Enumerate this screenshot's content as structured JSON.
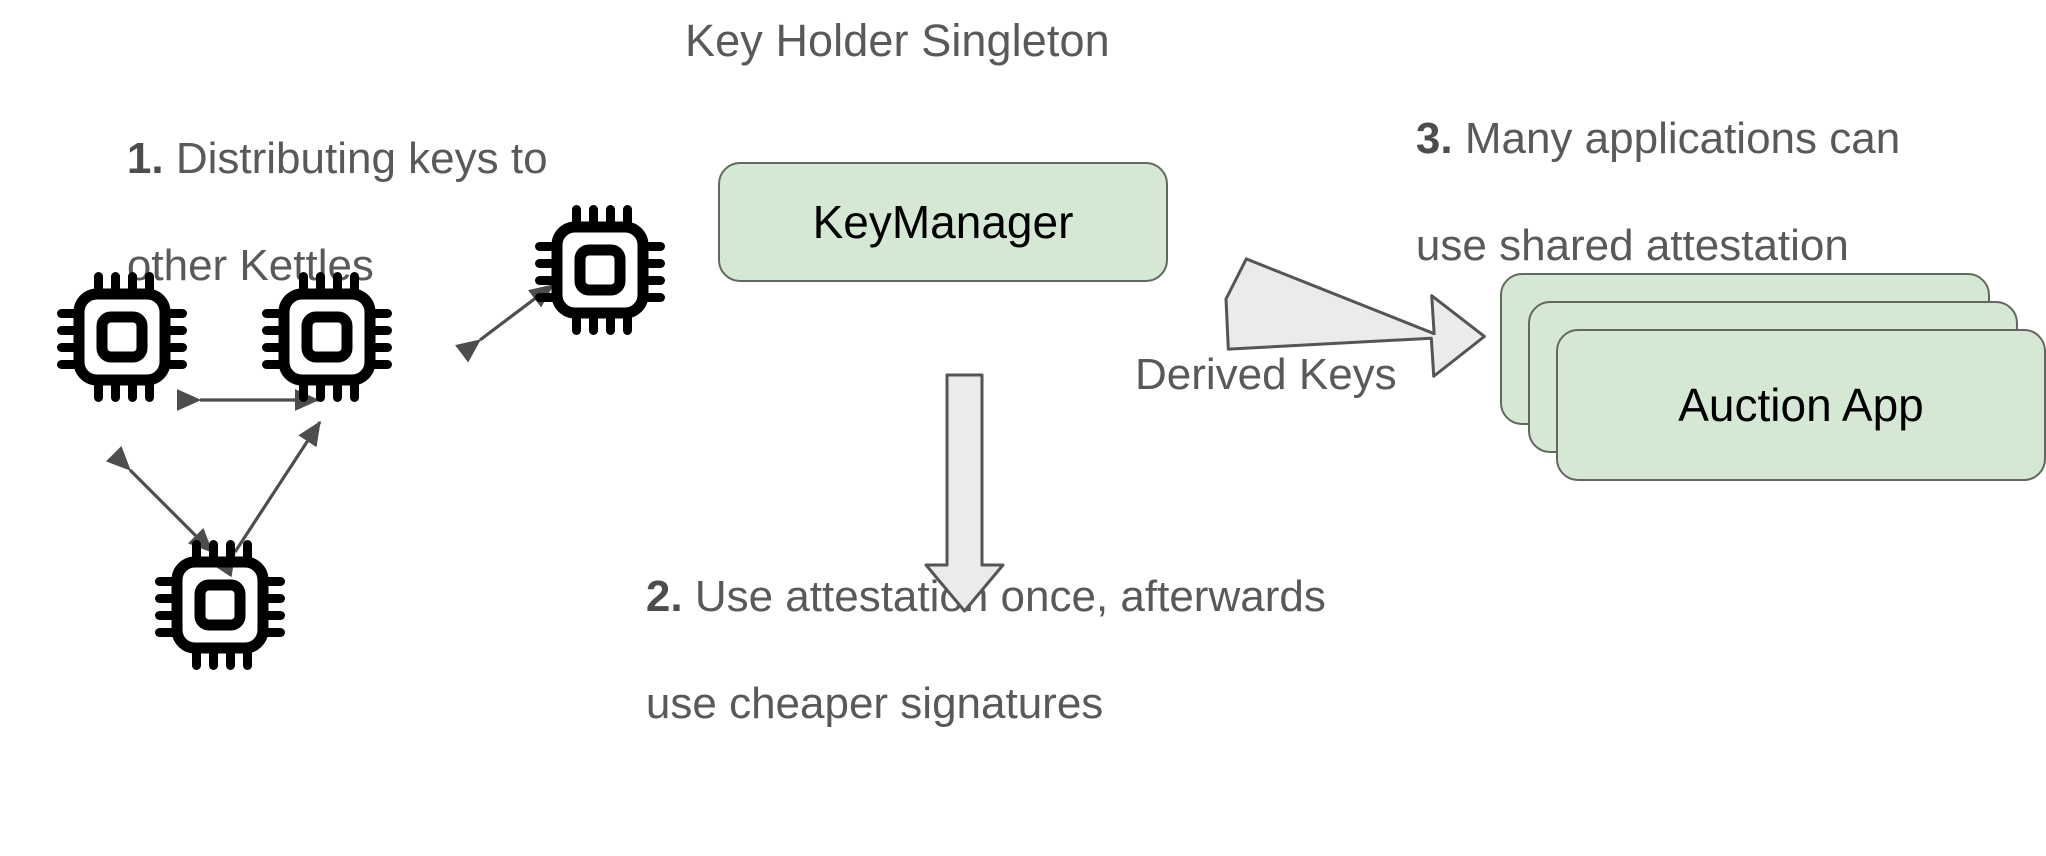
{
  "diagram": {
    "title": "Key Holder Singleton",
    "background": "#ffffff",
    "colors": {
      "node_fill": "#d5e8d4",
      "node_stroke": "#62675f",
      "arrow_fill": "#ebebeb",
      "arrow_stroke": "#555555",
      "text": "#595959",
      "node_text": "#000000",
      "chip": "#000000",
      "connector": "#4d4d4d"
    },
    "annotations": [
      {
        "id": "note-1",
        "number": "1.",
        "text": " Distributing keys to",
        "text_line2": "other Kettles"
      },
      {
        "id": "note-2",
        "number": "2.",
        "text": " Use attestation once, afterwards",
        "text_line2": "use cheaper signatures"
      },
      {
        "id": "note-3",
        "number": "3.",
        "text": " Many applications can",
        "text_line2": "use shared attestation"
      }
    ],
    "nodes": [
      {
        "id": "keymanager",
        "label": "KeyManager",
        "shape": "rounded-rect",
        "stacked": false
      },
      {
        "id": "auction-app",
        "label": "Auction App",
        "shape": "rounded-rect",
        "stacked": true,
        "stack_count": 3
      }
    ],
    "edges": [
      {
        "id": "edge-derived-keys",
        "label": "Derived Keys",
        "from": "keymanager",
        "to": "auction-app",
        "style": "block-arrow",
        "direction": "down-right"
      },
      {
        "id": "edge-attestation",
        "label": "",
        "from": "keymanager",
        "to": "note-2",
        "style": "block-arrow",
        "direction": "down"
      }
    ],
    "kettle_cluster": {
      "icon": "cpu-chip-icon",
      "count": 4,
      "links": [
        {
          "from": "kettle-left",
          "to": "kettle-middle",
          "bidirectional": true
        },
        {
          "from": "kettle-middle",
          "to": "kettle-top-right",
          "bidirectional": true
        },
        {
          "from": "kettle-left",
          "to": "kettle-bottom",
          "bidirectional": true
        },
        {
          "from": "kettle-bottom",
          "to": "kettle-middle",
          "bidirectional": true
        }
      ]
    }
  }
}
